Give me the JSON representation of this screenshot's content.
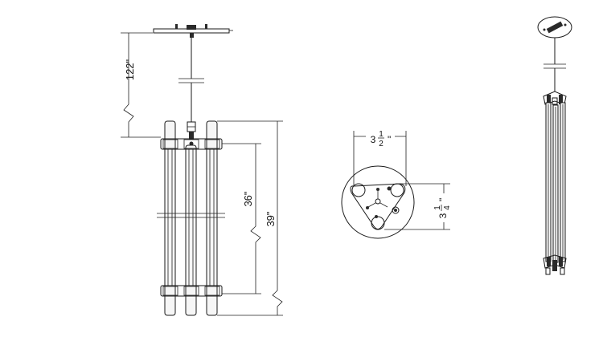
{
  "views": {
    "front": {
      "canopy_to_fixture_drop": "122\"",
      "tube_section_height": "36\"",
      "overall_fixture_height": "39\""
    },
    "top": {
      "width_whole": "3",
      "width_num": "1",
      "width_den": "2",
      "width_unit": "\"",
      "depth_whole": "3",
      "depth_num": "1",
      "depth_den": "4",
      "depth_unit": "\""
    }
  }
}
